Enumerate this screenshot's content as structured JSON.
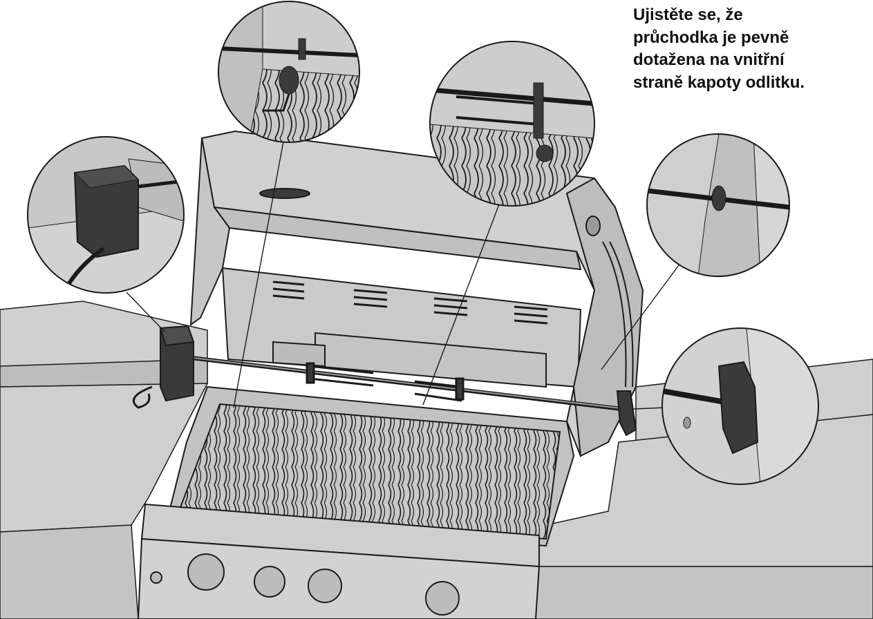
{
  "caption": {
    "lines": [
      "Ujistěte se,  že",
      "průchodka je pevně",
      "dotažena na vnitřní",
      "straně kapoty odlitku."
    ]
  },
  "colors": {
    "steel_light": "#d4d4d4",
    "steel_mid": "#c2c2c2",
    "steel_dark": "#a8a8a8",
    "part_black": "#3a3a3a",
    "outline": "#1a1a1a",
    "background": "#ffffff"
  },
  "detail_views": [
    {
      "name": "motor-detail",
      "depicts": "rotisserie motor"
    },
    {
      "name": "fork-hole-detail",
      "depicts": "spit end in hood hole"
    },
    {
      "name": "forks-detail",
      "depicts": "meat forks on spit"
    },
    {
      "name": "bushing-detail",
      "depicts": "bushing on hood casting"
    },
    {
      "name": "handle-detail",
      "depicts": "spit handle"
    }
  ]
}
